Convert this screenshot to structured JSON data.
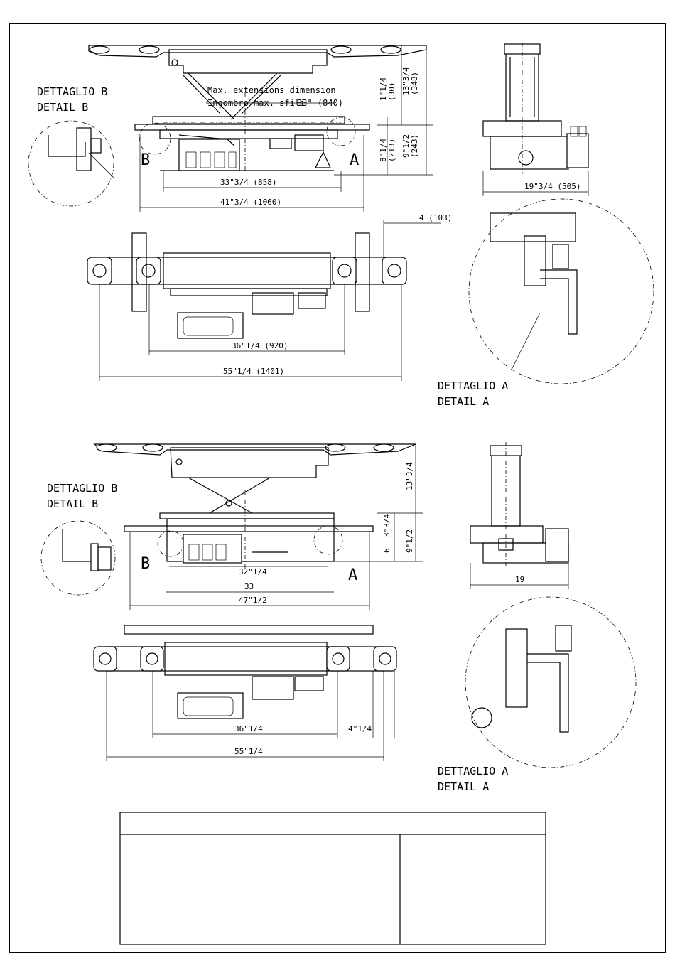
{
  "top_view": {
    "detail_b_it": "DETTAGLIO B",
    "detail_b_en": "DETAIL B",
    "max_ext_en": "Max. extensions dimension",
    "max_ext_it": "Ingombro max. sfili",
    "max_ext_value": "33\" (840)",
    "dim_1_1_4": "1\"1/4",
    "dim_30": "(30)",
    "dim_13_3_4": "13\"3/4",
    "dim_348": "(348)",
    "dim_8_1_4": "8\"1/4",
    "dim_213": "(213)",
    "dim_9_1_2": "9\"1/2",
    "dim_243": "(243)",
    "dim_33_3_4": "33\"3/4 (858)",
    "dim_41_3_4": "41\"3/4 (1060)",
    "dim_19_3_4": "19\"3/4 (505)",
    "dim_4": "4 (103)",
    "dim_36_1_4": "36\"1/4 (920)",
    "dim_55_1_4": "55\"1/4 (1401)",
    "label_a": "A",
    "label_b": "B",
    "detail_a_it": "DETTAGLIO A",
    "detail_a_en": "DETAIL A"
  },
  "bottom_view": {
    "detail_b_it": "DETTAGLIO B",
    "detail_b_en": "DETAIL B",
    "dim_13_3_4": "13\"3/4",
    "dim_3_3_4": "3\"3/4",
    "dim_9_1_2": "9\"1/2",
    "dim_6": "6",
    "dim_32_1_4": "32\"1/4",
    "dim_33": "33",
    "dim_47_1_2": "47\"1/2",
    "dim_19": "19",
    "dim_36_1_4": "36\"1/4",
    "dim_4_1_4": "4\"1/4",
    "dim_55_1_4": "55\"1/4",
    "label_a": "A",
    "label_b": "B",
    "detail_a_it": "DETTAGLIO A",
    "detail_a_en": "DETAIL A"
  },
  "title_block": {
    "header": "",
    "left_cell": "",
    "right_cell": ""
  }
}
